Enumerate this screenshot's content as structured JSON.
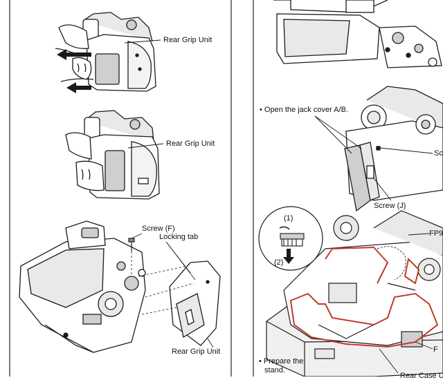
{
  "left_panel": {
    "label_step1": "Rear Grip Unit",
    "label_step2": "Rear Grip Unit",
    "label_screw_f": "Screw (F)",
    "label_locking_tab": "Locking tab",
    "label_step3": "Rear Grip Unit"
  },
  "right_panel": {
    "label_open_jack": "• Open the jack cover A/B.",
    "label_screw_partial": "Sc",
    "label_screw_j": "Screw (J)",
    "label_fp_partial": "FP9",
    "label_step1": "(1)",
    "label_step2": "(2)",
    "label_prepare": "• Prepare the",
    "label_stand": "stand.",
    "label_f_partial": "F",
    "label_bottom_cut": "Rear Case U"
  },
  "colors": {
    "line": "#1a1a1a",
    "fill_light": "#e9e9e9",
    "fill_mid": "#cfcfcf",
    "fill_dark": "#8a8a8a",
    "accent_red": "#c0392b"
  },
  "icons": {
    "arrow_left": "arrow-left-icon",
    "arrow_down": "arrow-down-icon",
    "rotate": "rotate-icon"
  }
}
